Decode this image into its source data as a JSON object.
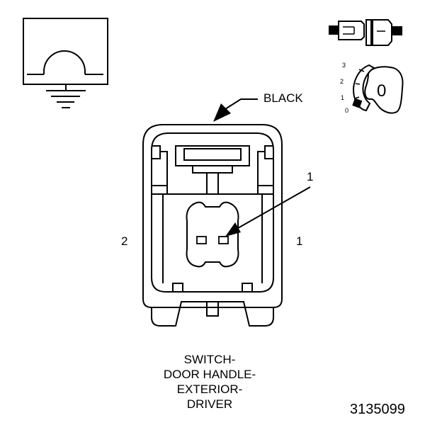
{
  "labels": {
    "connector_color": "BLACK",
    "pin_left": "2",
    "pin_right": "1",
    "callout": "1",
    "key_positions": [
      "3",
      "2",
      "1",
      "0"
    ],
    "key_letter": "0"
  },
  "caption": {
    "lines": [
      "SWITCH-",
      "DOOR HANDLE-",
      "EXTERIOR-",
      "DRIVER"
    ]
  },
  "figure_number": "3135099",
  "icons": {
    "symbol": "ohmmeter-ground-icon",
    "connector": "connector-side-view-icon",
    "key": "ignition-key-icon"
  }
}
